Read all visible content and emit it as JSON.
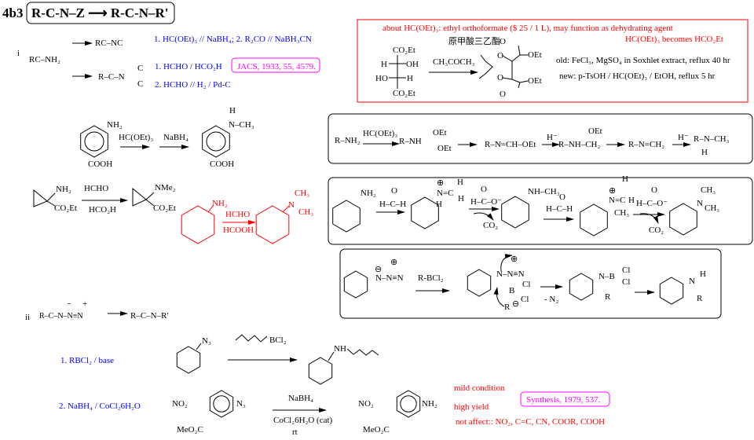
{
  "header": {
    "section": "4b3",
    "title": "R-C-N–Z ⟶ R-C-N–R'"
  },
  "part_i": {
    "label": "i",
    "start": "RC–NH₂",
    "product1": "RC–NC",
    "product2": "R–C–N",
    "product2_sub_up": "C",
    "product2_sub_down": "C",
    "cond1": "1. HC(OEt)₃ // NaBH₄;  2. R₂CO // NaBH₃CN",
    "cond2": "1. HCHO / HCO₂H",
    "cond3": "2. HCHO // H₂ / Pd-C",
    "ref": "JACS, 1933, 55, 4579."
  },
  "orthoformate_box": {
    "note": "about HC(OEt)₃:  ethyl orthoformate ($ 25 / 1 L), may function as dehydrating agent",
    "becomes": "HC(OEt)₃ becomes HCO₂Et",
    "chinese_name": "原甲酸三乙酯",
    "sm_top": "CO₂Et",
    "sm_row1_left": "H",
    "sm_row1_right": "OH",
    "sm_row2_left": "HO",
    "sm_row2_right": "H",
    "sm_bottom": "CO₂Et",
    "reagent": "CH₃COCH₃",
    "prod_O1": "O",
    "prod_O2": "O",
    "prod_carbonyl_top": "O",
    "prod_carbonyl_bottom": "O",
    "prod_OEt1": "OEt",
    "prod_OEt2": "OEt",
    "old": "old:  FeCl₃, MgSO₄ in Soxhlet extract, reflux 40 hr",
    "new": "new: p-TsOH / HC(OEt)₃ / EtOH, reflux 5 hr"
  },
  "aniline_rxn": {
    "sm_nh2": "NH₂",
    "sm_cooh": "COOH",
    "reagent1": "HC(OEt)₃",
    "reagent2": "NaBH₄",
    "prod_h": "H",
    "prod_n": "N–CH₃",
    "prod_cooh": "COOH"
  },
  "mechanism1": {
    "s1": "R–NH₂",
    "r1": "HC(OEt)₃",
    "s2": "R–NH",
    "s2_up": "OEt",
    "s2_down": "OEt",
    "s3": "R–N=CH–OEt",
    "r3": "H⁻",
    "s4": "R–NH–CH₂",
    "s4_up": "OEt",
    "s5": "R–N=CH₂",
    "r5": "H⁻",
    "s6": "R–N–CH₃",
    "s6_h": "H"
  },
  "cyclopropane_rxn": {
    "sm_nh2": "NH₂",
    "sm_ester": "CO₂Et",
    "reagent_top": "HCHO",
    "reagent_bottom": "HCO₂H",
    "prod_nme2": "NMe₂",
    "prod_ester": "CO₂Et"
  },
  "eschweiler_red": {
    "sm_nh2": "NH₂",
    "reagent_top": "HCHO",
    "reagent_bottom": "HCOOH",
    "prod_n": "N",
    "prod_ch3_a": "CH₃",
    "prod_ch3_b": "CH₃"
  },
  "mechanism2": {
    "s1_nh2": "NH₂",
    "r1_o": "O",
    "r1": "H–C–H",
    "s2_n": "N=C",
    "s2_plus": "⊕",
    "s2_h1": "H",
    "s2_h2": "H",
    "s2_h3": "H",
    "r2_o": "O",
    "r2": "H–C–O⁻",
    "r2_co2": "CO₂",
    "s3": "NH–CH₃",
    "r3_o": "O",
    "r3": "H–C–H",
    "s4_n": "N=C",
    "s4_plus": "⊕",
    "s4_h1": "H",
    "s4_h2": "H",
    "s4_ch3": "CH₃",
    "r4_o": "O",
    "r4": "H–C–O⁻",
    "r4_co2": "CO₂",
    "s5_n": "N",
    "s5_ch3_a": "CH₃",
    "s5_ch3_b": "CH₃"
  },
  "mechanism3": {
    "s1": "N–N≡N",
    "s1_minus": "⊖",
    "s1_plus": "⊕",
    "reagent": "R-BCl₂",
    "s2_n": "N–N≡N",
    "s2_plus": "⊕",
    "s2_b": "B",
    "s2_cl1": "Cl",
    "s2_cl2": "Cl",
    "s2_r": "R",
    "s2_minus": "⊖",
    "r2": "- N₂",
    "s3_n": "N–B",
    "s3_cl1": "Cl",
    "s3_cl2": "Cl",
    "s3_r": "R",
    "s4_n": "N",
    "s4_h": "H",
    "s4_r": "R"
  },
  "part_ii": {
    "label": "ii",
    "start": "R–C–N–N≡N",
    "minus": "-",
    "plus": "+",
    "product": "R–C–N–R'",
    "cond1": "1. RBCl₂ / base",
    "azide_n3": "N₃",
    "borane": "BCl₂",
    "prod1_nh": "NH",
    "cond2": "2. NaBH₄ / CoCl₂6H₂O",
    "sm_no2": "NO₂",
    "sm_n3": "N₃",
    "sm_ester": "MeO₂C",
    "reagent_top": "NaBH₄",
    "reagent_bottom": "CoCl₂6H₂O  (cat)",
    "reagent_temp": "rt",
    "prod_no2": "NO₂",
    "prod_nh2": "NH₂",
    "prod_ester": "MeO₂C",
    "note1": "mild condition",
    "note2": "high yield",
    "note3": "not affect:: NO₂,  C=C,  CN,  COOR, COOH",
    "ref": "Synthesis, 1979, 537."
  }
}
